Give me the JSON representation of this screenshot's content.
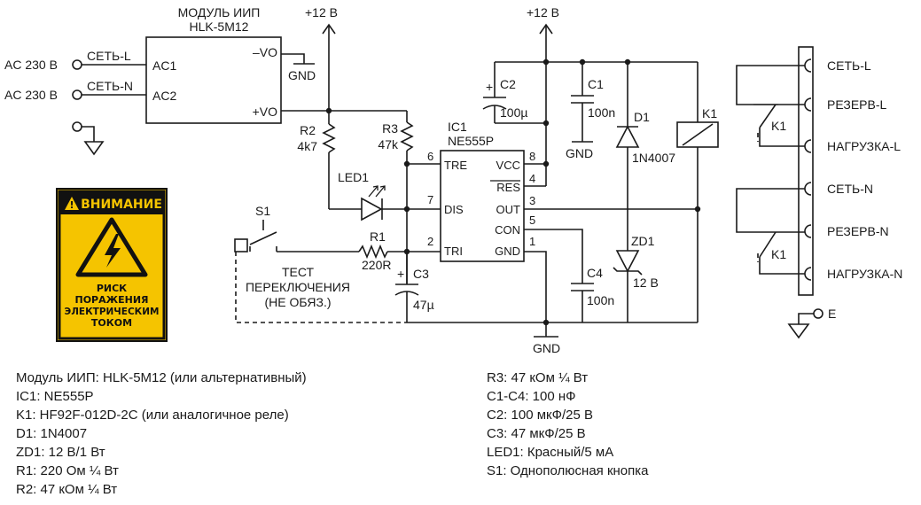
{
  "power_module": {
    "title_line1": "МОДУЛЬ ИИП",
    "title_line2": "HLK-5M12",
    "pin_ac1": "AC1",
    "pin_ac2": "AC2",
    "pin_neg": "–VO",
    "pin_pos": "+VO"
  },
  "mains": {
    "input1": "AC 230 В",
    "input2": "AC 230 В",
    "wire1": "СЕТЬ-L",
    "wire2": "СЕТЬ-N"
  },
  "rails": {
    "plus12_left": "+12 В",
    "plus12_right": "+12 В"
  },
  "gnd": {
    "label1": "GND",
    "label2": "GND",
    "label3": "GND"
  },
  "components": {
    "r2_name": "R2",
    "r2_val": "4k7",
    "r3_name": "R3",
    "r3_val": "47k",
    "r1_name": "R1",
    "r1_val": "220R",
    "c1_name": "C1",
    "c1_val": "100n",
    "c2_name": "C2",
    "c2_val": "100µ",
    "c3_name": "C3",
    "c3_val": "47µ",
    "c4_name": "C4",
    "c4_val": "100n",
    "d1_name": "D1",
    "d1_val": "1N4007",
    "zd1_name": "ZD1",
    "zd1_val": "12 В",
    "led1_name": "LED1",
    "s1_name": "S1",
    "k1_name": "K1",
    "plus": "+"
  },
  "ic": {
    "name": "IC1",
    "part": "NE555P",
    "pins": {
      "tre": "TRE",
      "tre_num": "6",
      "dis": "DIS",
      "dis_num": "7",
      "tri": "TRI",
      "tri_num": "2",
      "vcc": "VCC",
      "vcc_num": "8",
      "res": "RES",
      "res_num": "4",
      "out": "OUT",
      "out_num": "3",
      "con": "CON",
      "con_num": "5",
      "gnd": "GND",
      "gnd_num": "1"
    }
  },
  "test_note": [
    "ТЕСТ",
    "ПЕРЕКЛЮЧЕНИЯ",
    "(НЕ ОБЯЗ.)"
  ],
  "terminals": [
    "СЕТЬ-L",
    "РЕЗЕРВ-L",
    "НАГРУЗКА-L",
    "СЕТЬ-N",
    "РЕЗЕРВ-N",
    "НАГРУЗКА-N"
  ],
  "relay_contacts": {
    "k1_upper": "K1",
    "k1_lower": "K1"
  },
  "earth": {
    "label": "E"
  },
  "warning": {
    "title": "ВНИМАНИЕ",
    "lines": [
      "РИСК",
      "ПОРАЖЕНИЯ",
      "ЭЛЕКТРИЧЕСКИМ",
      "ТОКОМ"
    ],
    "bg_color": "#f5c400"
  },
  "bom": {
    "left": [
      "Модуль ИИП: HLK-5M12 (или альтернативный)",
      "IC1: NE555P",
      "K1: HF92F-012D-2C (или аналогичное реле)",
      "D1: 1N4007",
      "ZD1: 12 В/1 Вт",
      "R1: 220 Ом ¼ Вт",
      "R2: 47 кОм ¼ Вт"
    ],
    "right": [
      "R3: 47 кОм ¼ Вт",
      "C1-C4: 100 нФ",
      "C2: 100 мкФ/25 В",
      "C3: 47 мкФ/25 В",
      "LED1: Красный/5 мА",
      "S1: Однополюсная кнопка"
    ]
  }
}
